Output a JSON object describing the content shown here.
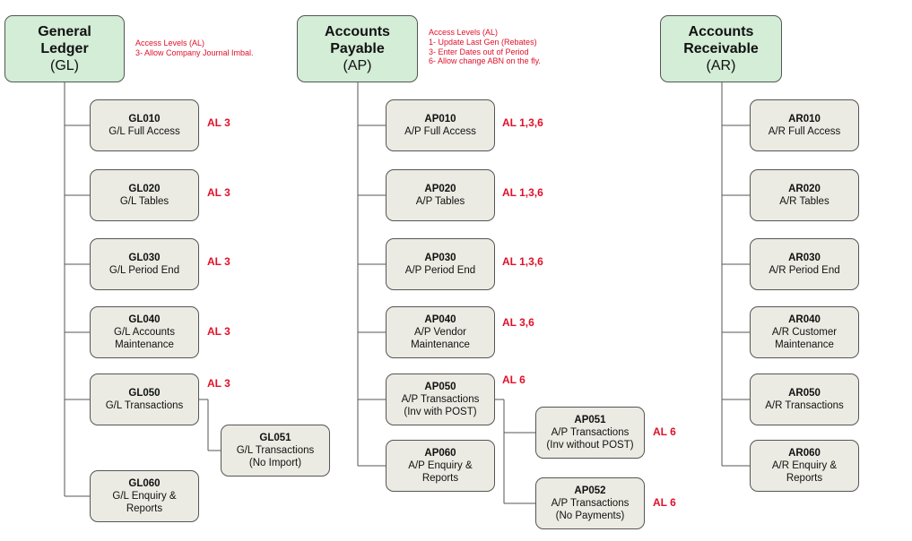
{
  "colors": {
    "header_fill": "#d3edd6",
    "box_fill": "#ebebe3",
    "access_level_red": "#e0102a",
    "connector": "#555555"
  },
  "columns": [
    {
      "id": "gl",
      "name": "General\nLedger",
      "abbr": "(GL)",
      "notes": [
        "Access Levels (AL)",
        "3- Allow Company Journal Imbal."
      ],
      "children": [
        {
          "code": "GL010",
          "desc": "G/L Full Access",
          "al": "AL 3"
        },
        {
          "code": "GL020",
          "desc": "G/L Tables",
          "al": "AL 3"
        },
        {
          "code": "GL030",
          "desc": "G/L Period End",
          "al": "AL 3"
        },
        {
          "code": "GL040",
          "desc": "G/L Accounts\nMaintenance",
          "al": "AL 3"
        },
        {
          "code": "GL050",
          "desc": "G/L Transactions",
          "al": "AL 3",
          "children": [
            {
              "code": "GL051",
              "desc": "G/L Transactions\n(No Import)",
              "al": ""
            }
          ]
        },
        {
          "code": "GL060",
          "desc": "G/L Enquiry &\nReports",
          "al": ""
        }
      ]
    },
    {
      "id": "ap",
      "name": "Accounts\nPayable",
      "abbr": "(AP)",
      "notes": [
        "Access Levels (AL)",
        "1- Update Last Gen (Rebates)",
        "3- Enter Dates out of Period",
        "6- Allow change ABN on the fly."
      ],
      "children": [
        {
          "code": "AP010",
          "desc": "A/P Full Access",
          "al": "AL 1,3,6"
        },
        {
          "code": "AP020",
          "desc": "A/P Tables",
          "al": "AL 1,3,6"
        },
        {
          "code": "AP030",
          "desc": "A/P Period End",
          "al": "AL 1,3,6"
        },
        {
          "code": "AP040",
          "desc": "A/P Vendor\nMaintenance",
          "al": "AL 3,6"
        },
        {
          "code": "AP050",
          "desc": "A/P Transactions\n(Inv with POST)",
          "al": "AL 6",
          "children": [
            {
              "code": "AP051",
              "desc": "A/P Transactions\n(Inv without POST)",
              "al": "AL 6"
            },
            {
              "code": "AP052",
              "desc": "A/P Transactions\n(No Payments)",
              "al": "AL 6"
            }
          ]
        },
        {
          "code": "AP060",
          "desc": "A/P Enquiry &\nReports",
          "al": ""
        }
      ]
    },
    {
      "id": "ar",
      "name": "Accounts\nReceivable",
      "abbr": "(AR)",
      "notes": [],
      "children": [
        {
          "code": "AR010",
          "desc": "A/R Full Access",
          "al": ""
        },
        {
          "code": "AR020",
          "desc": "A/R Tables",
          "al": ""
        },
        {
          "code": "AR030",
          "desc": "A/R Period End",
          "al": ""
        },
        {
          "code": "AR040",
          "desc": "A/R Customer\nMaintenance",
          "al": ""
        },
        {
          "code": "AR050",
          "desc": "A/R Transactions",
          "al": ""
        },
        {
          "code": "AR060",
          "desc": "A/R Enquiry &\nReports",
          "al": ""
        }
      ]
    }
  ]
}
